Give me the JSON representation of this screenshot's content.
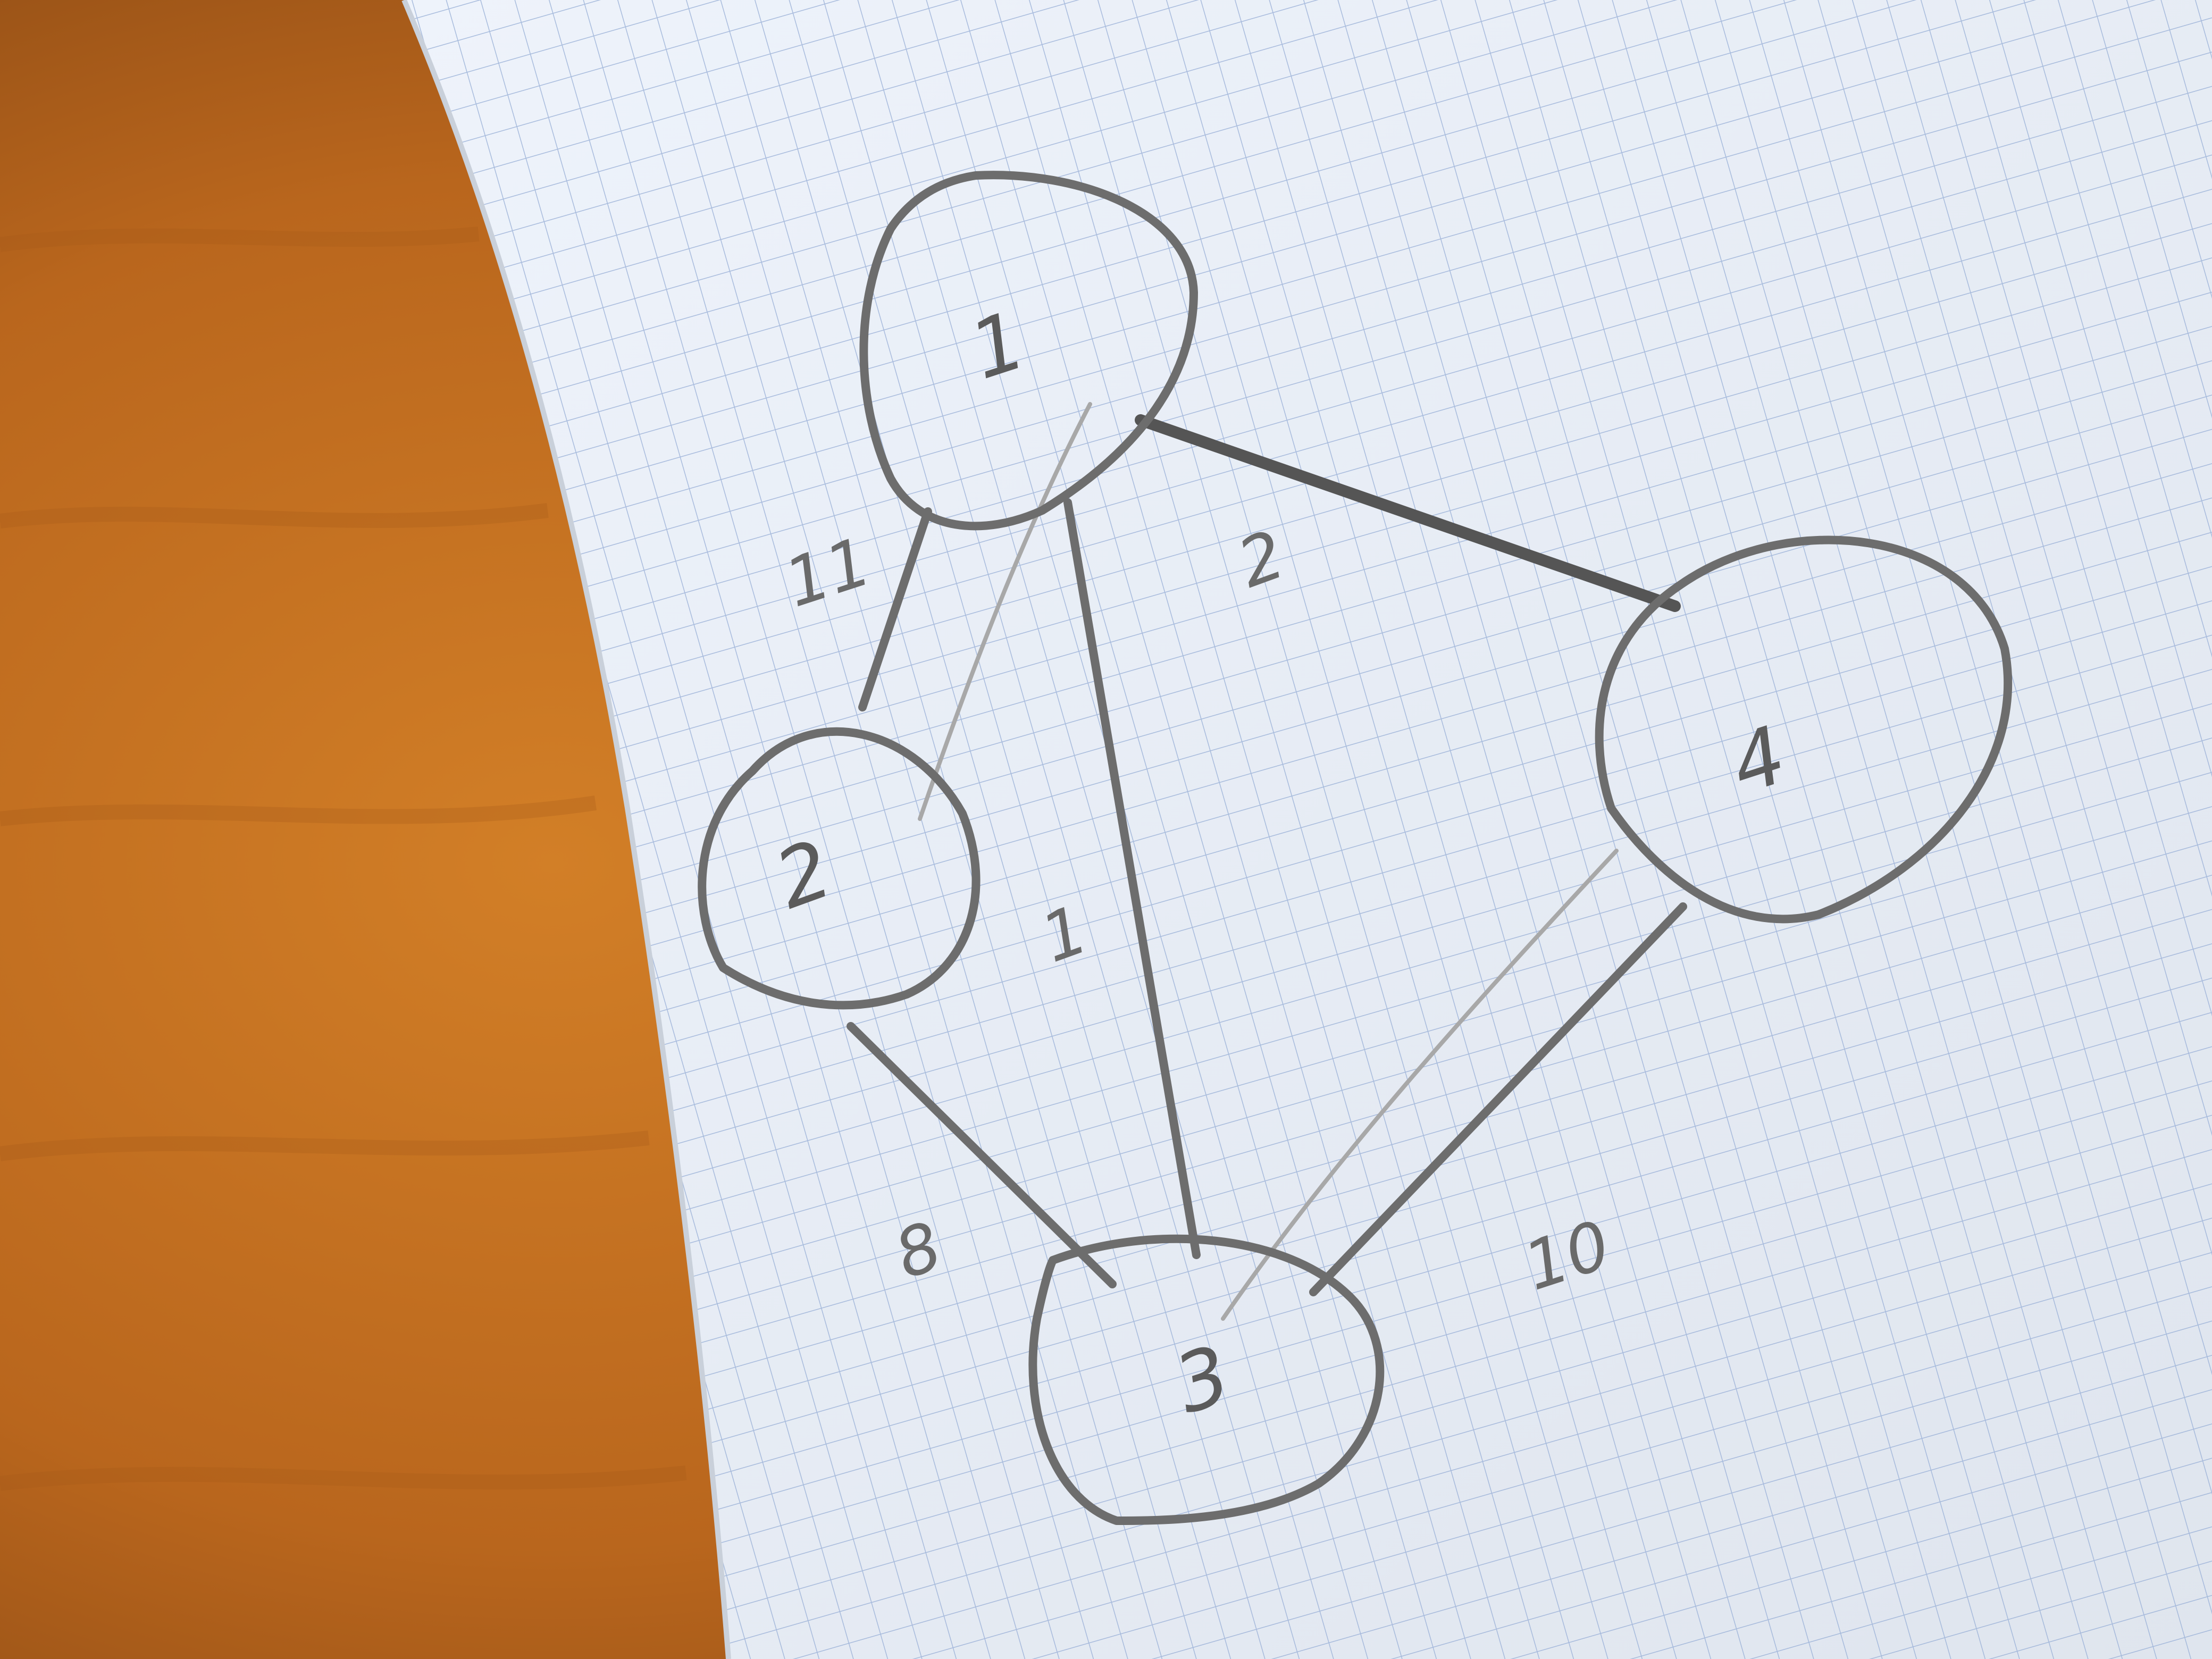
{
  "photo": {
    "nodes": [
      {
        "id": "top",
        "label": "1"
      },
      {
        "id": "left",
        "label": "2"
      },
      {
        "id": "right",
        "label": "4"
      },
      {
        "id": "bottom",
        "label": "3"
      }
    ],
    "edges": [
      {
        "from": "top",
        "to": "left",
        "label": "11"
      },
      {
        "from": "top",
        "to": "right",
        "label": "2"
      },
      {
        "from": "top",
        "to": "bottom",
        "label": "1"
      },
      {
        "from": "left",
        "to": "bottom",
        "label": "8"
      },
      {
        "from": "right",
        "to": "bottom",
        "label": "10"
      }
    ]
  }
}
